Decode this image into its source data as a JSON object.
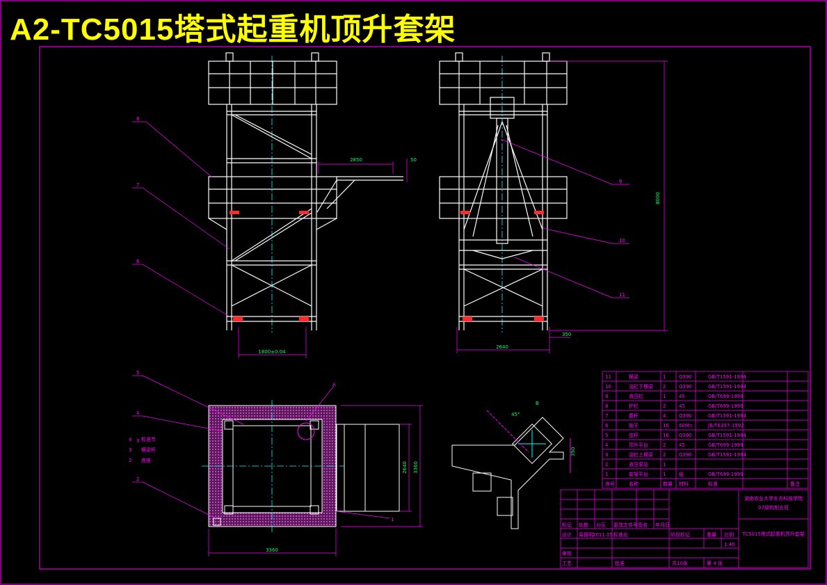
{
  "title": "A2-TC5015塔式起重机顶升套架",
  "colors": {
    "background": "#000000",
    "frame": "#ff00ff",
    "structure": "#ffffff",
    "centerline": "#00ffff",
    "leader": "#ff00ff",
    "highlight": "#ff2a2a",
    "title": "#ffff00",
    "dimension": "#00ff66"
  },
  "dimensions": {
    "front_width": "1800±0.04",
    "platform": "2850",
    "height": "8000",
    "side_width": "2640",
    "side_offset": "350",
    "plan_width": "3360",
    "plan_inner": "2640",
    "plan_depth": "3360",
    "small_dim": "50",
    "angle": "45°",
    "detail_b": "B",
    "detail_a": "A",
    "detail_dim": "350"
  },
  "callouts": {
    "front": [
      "8",
      "7",
      "6"
    ],
    "side": [
      "9",
      "10",
      "11"
    ],
    "plan": [
      "5",
      "4",
      "3",
      "2",
      "1"
    ]
  },
  "plan_labels": {
    "a": "4",
    "b": "3",
    "c": "2",
    "a_text": "标准节",
    "b_text": "横梁杆",
    "c_text": "底座"
  },
  "bom": {
    "header": [
      "序号",
      "名称",
      "数量",
      "材料",
      "标准",
      "备注"
    ],
    "rows": [
      [
        "11",
        "横梁",
        "1",
        "Q390",
        "GB/T1591-1994",
        ""
      ],
      [
        "10",
        "油缸下横梁",
        "2",
        "Q390",
        "GB/T1591-1994",
        ""
      ],
      [
        "9",
        "液压缸",
        "1",
        "45",
        "GB/T699-1999",
        ""
      ],
      [
        "8",
        "护栏",
        "2",
        "45",
        "GB/T699-1999",
        ""
      ],
      [
        "7",
        "腹杆",
        "4",
        "Q390",
        "GB/T1591-1994",
        ""
      ],
      [
        "6",
        "销子",
        "16",
        "50Mn",
        "JB/T6397-1992",
        ""
      ],
      [
        "5",
        "弦杆",
        "16",
        "Q390",
        "GB/T1591-1994",
        ""
      ],
      [
        "4",
        "顶升平台",
        "2",
        "45",
        "GB/T699-1999",
        ""
      ],
      [
        "3",
        "油缸上横梁",
        "2",
        "Q390",
        "GB/T1591-1994",
        ""
      ],
      [
        "2",
        "液压泵站",
        "1",
        "",
        "",
        ""
      ],
      [
        "1",
        "套架平台",
        "1",
        "组",
        "GB/T699-1999",
        ""
      ]
    ]
  },
  "title_block": {
    "school": "湖南农业大学东方科技学院",
    "class": "07级机制五班",
    "drawing_name": "TC5015塔式起重机顶升套架",
    "row_labels": [
      "标记",
      "处数",
      "分区",
      "更改文件号",
      "签名",
      "年月日"
    ],
    "designer_label": "设计",
    "designer": "易振明",
    "date": "2011.05",
    "standard_label": "标准化",
    "review_label": "审核",
    "process_label": "工艺",
    "approve_label": "批准",
    "stage_label": "阶段标记",
    "weight_label": "重量",
    "scale_label": "比例",
    "scale": "1:40",
    "sheets": "共10张",
    "sheet_no": "第 4 张"
  }
}
